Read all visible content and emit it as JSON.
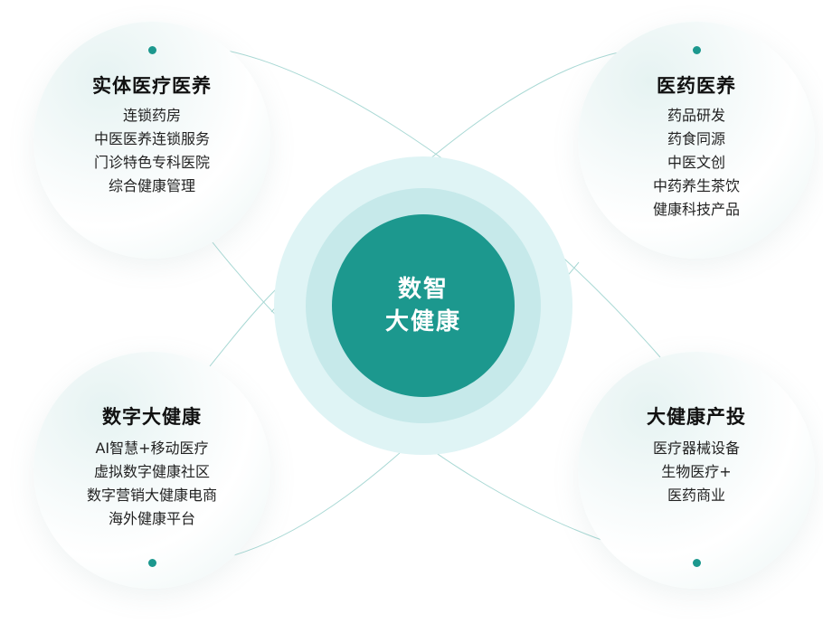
{
  "center": {
    "line1": "数智",
    "line2": "大健康"
  },
  "nodes": [
    {
      "title": "实体医疗医养",
      "items": [
        "连锁药房",
        "中医医养连锁服务",
        "门诊特色专科医院",
        "综合健康管理"
      ]
    },
    {
      "title": "医药医养",
      "items": [
        "药品研发",
        "药食同源",
        "中医文创",
        "中药养生茶饮",
        "健康科技产品"
      ]
    },
    {
      "title": "数字大健康",
      "items": [
        "AI智慧+移动医疗",
        "虚拟数字健康社区",
        "数字营销大健康电商",
        "海外健康平台"
      ]
    },
    {
      "title": "大健康产投",
      "items": [
        "医疗器械设备",
        "生物医疗+",
        "医药商业"
      ]
    }
  ],
  "colors": {
    "accent": "#1c988e",
    "ring_outer": "#dff4f5",
    "ring_mid": "#c6e9ea",
    "line": "#9fd3d0"
  }
}
